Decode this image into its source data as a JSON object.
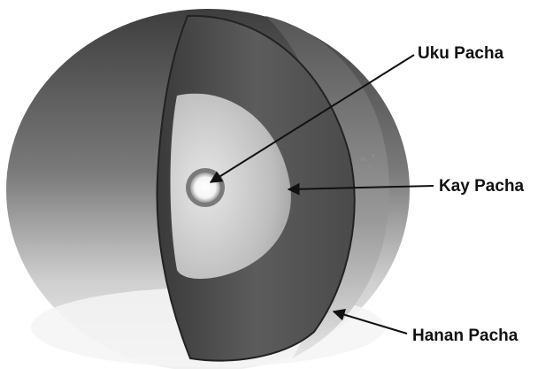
{
  "labels": {
    "uku": "Uku Pacha",
    "kay": "Kay Pacha",
    "hanan": "Hanan Pacha"
  },
  "colors": {
    "background": "#ffffff",
    "text": "#111111",
    "arrow": "#111111",
    "outer_shell_dark": "#4a4a4a",
    "outer_shell_light": "#e8e8e8",
    "middle_layer": "#6e6e6e",
    "inner_layer": "#c8c8c8",
    "core": "#ffffff"
  }
}
